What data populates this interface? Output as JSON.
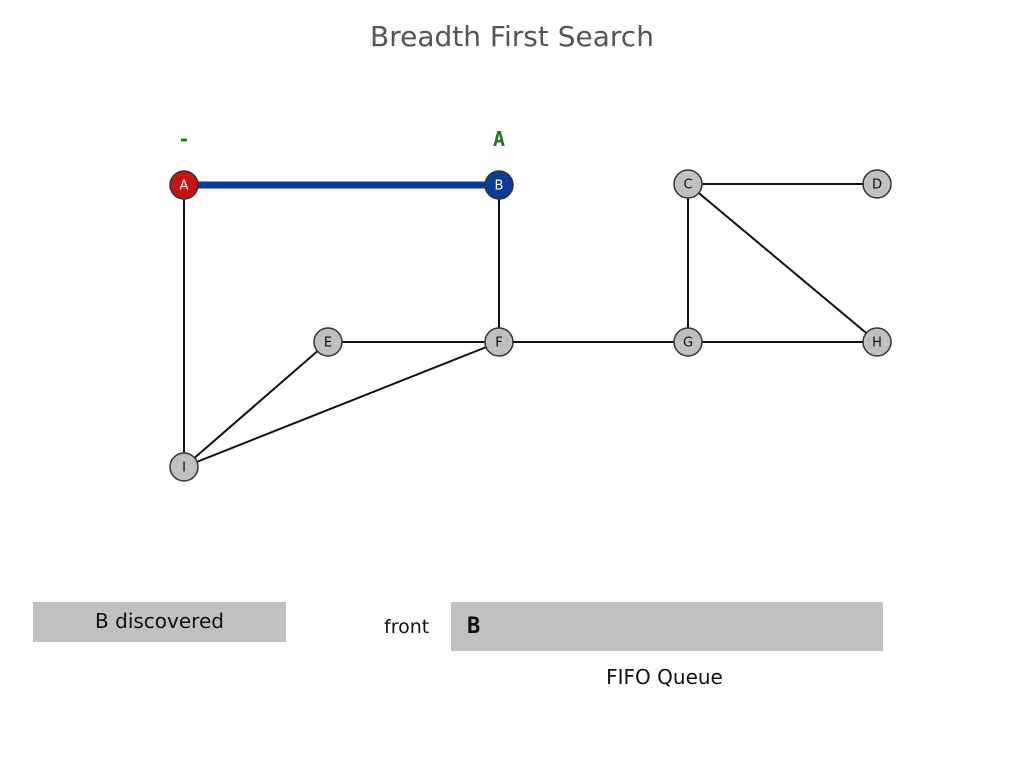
{
  "title": "Breadth First Search",
  "nodes": [
    {
      "id": "A",
      "label": "A",
      "state": "current"
    },
    {
      "id": "B",
      "label": "B",
      "state": "discovered"
    },
    {
      "id": "C",
      "label": "C",
      "state": "undiscovered"
    },
    {
      "id": "D",
      "label": "D",
      "state": "undiscovered"
    },
    {
      "id": "E",
      "label": "E",
      "state": "undiscovered"
    },
    {
      "id": "F",
      "label": "F",
      "state": "undiscovered"
    },
    {
      "id": "G",
      "label": "G",
      "state": "undiscovered"
    },
    {
      "id": "H",
      "label": "H",
      "state": "undiscovered"
    },
    {
      "id": "I",
      "label": "I",
      "state": "undiscovered"
    }
  ],
  "edges": [
    {
      "from": "A",
      "to": "B",
      "highlighted": true
    },
    {
      "from": "A",
      "to": "I",
      "highlighted": false
    },
    {
      "from": "B",
      "to": "F",
      "highlighted": false
    },
    {
      "from": "C",
      "to": "D",
      "highlighted": false
    },
    {
      "from": "C",
      "to": "G",
      "highlighted": false
    },
    {
      "from": "C",
      "to": "H",
      "highlighted": false
    },
    {
      "from": "E",
      "to": "F",
      "highlighted": false
    },
    {
      "from": "E",
      "to": "I",
      "highlighted": false
    },
    {
      "from": "F",
      "to": "G",
      "highlighted": false
    },
    {
      "from": "F",
      "to": "I",
      "highlighted": false
    },
    {
      "from": "G",
      "to": "H",
      "highlighted": false
    }
  ],
  "parent_labels": [
    {
      "node": "A",
      "text": "-"
    },
    {
      "node": "B",
      "text": "A"
    }
  ],
  "status": "B discovered",
  "queue": {
    "front_label": "front",
    "items": [
      "B"
    ],
    "caption": "FIFO Queue"
  },
  "colors": {
    "current": "#cc1111",
    "discovered": "#0a3a9a",
    "undiscovered": "#c0c0c0",
    "highlight_edge": "#0a3a9a",
    "edge": "#111111",
    "parent_label": "#1f7a1f"
  }
}
